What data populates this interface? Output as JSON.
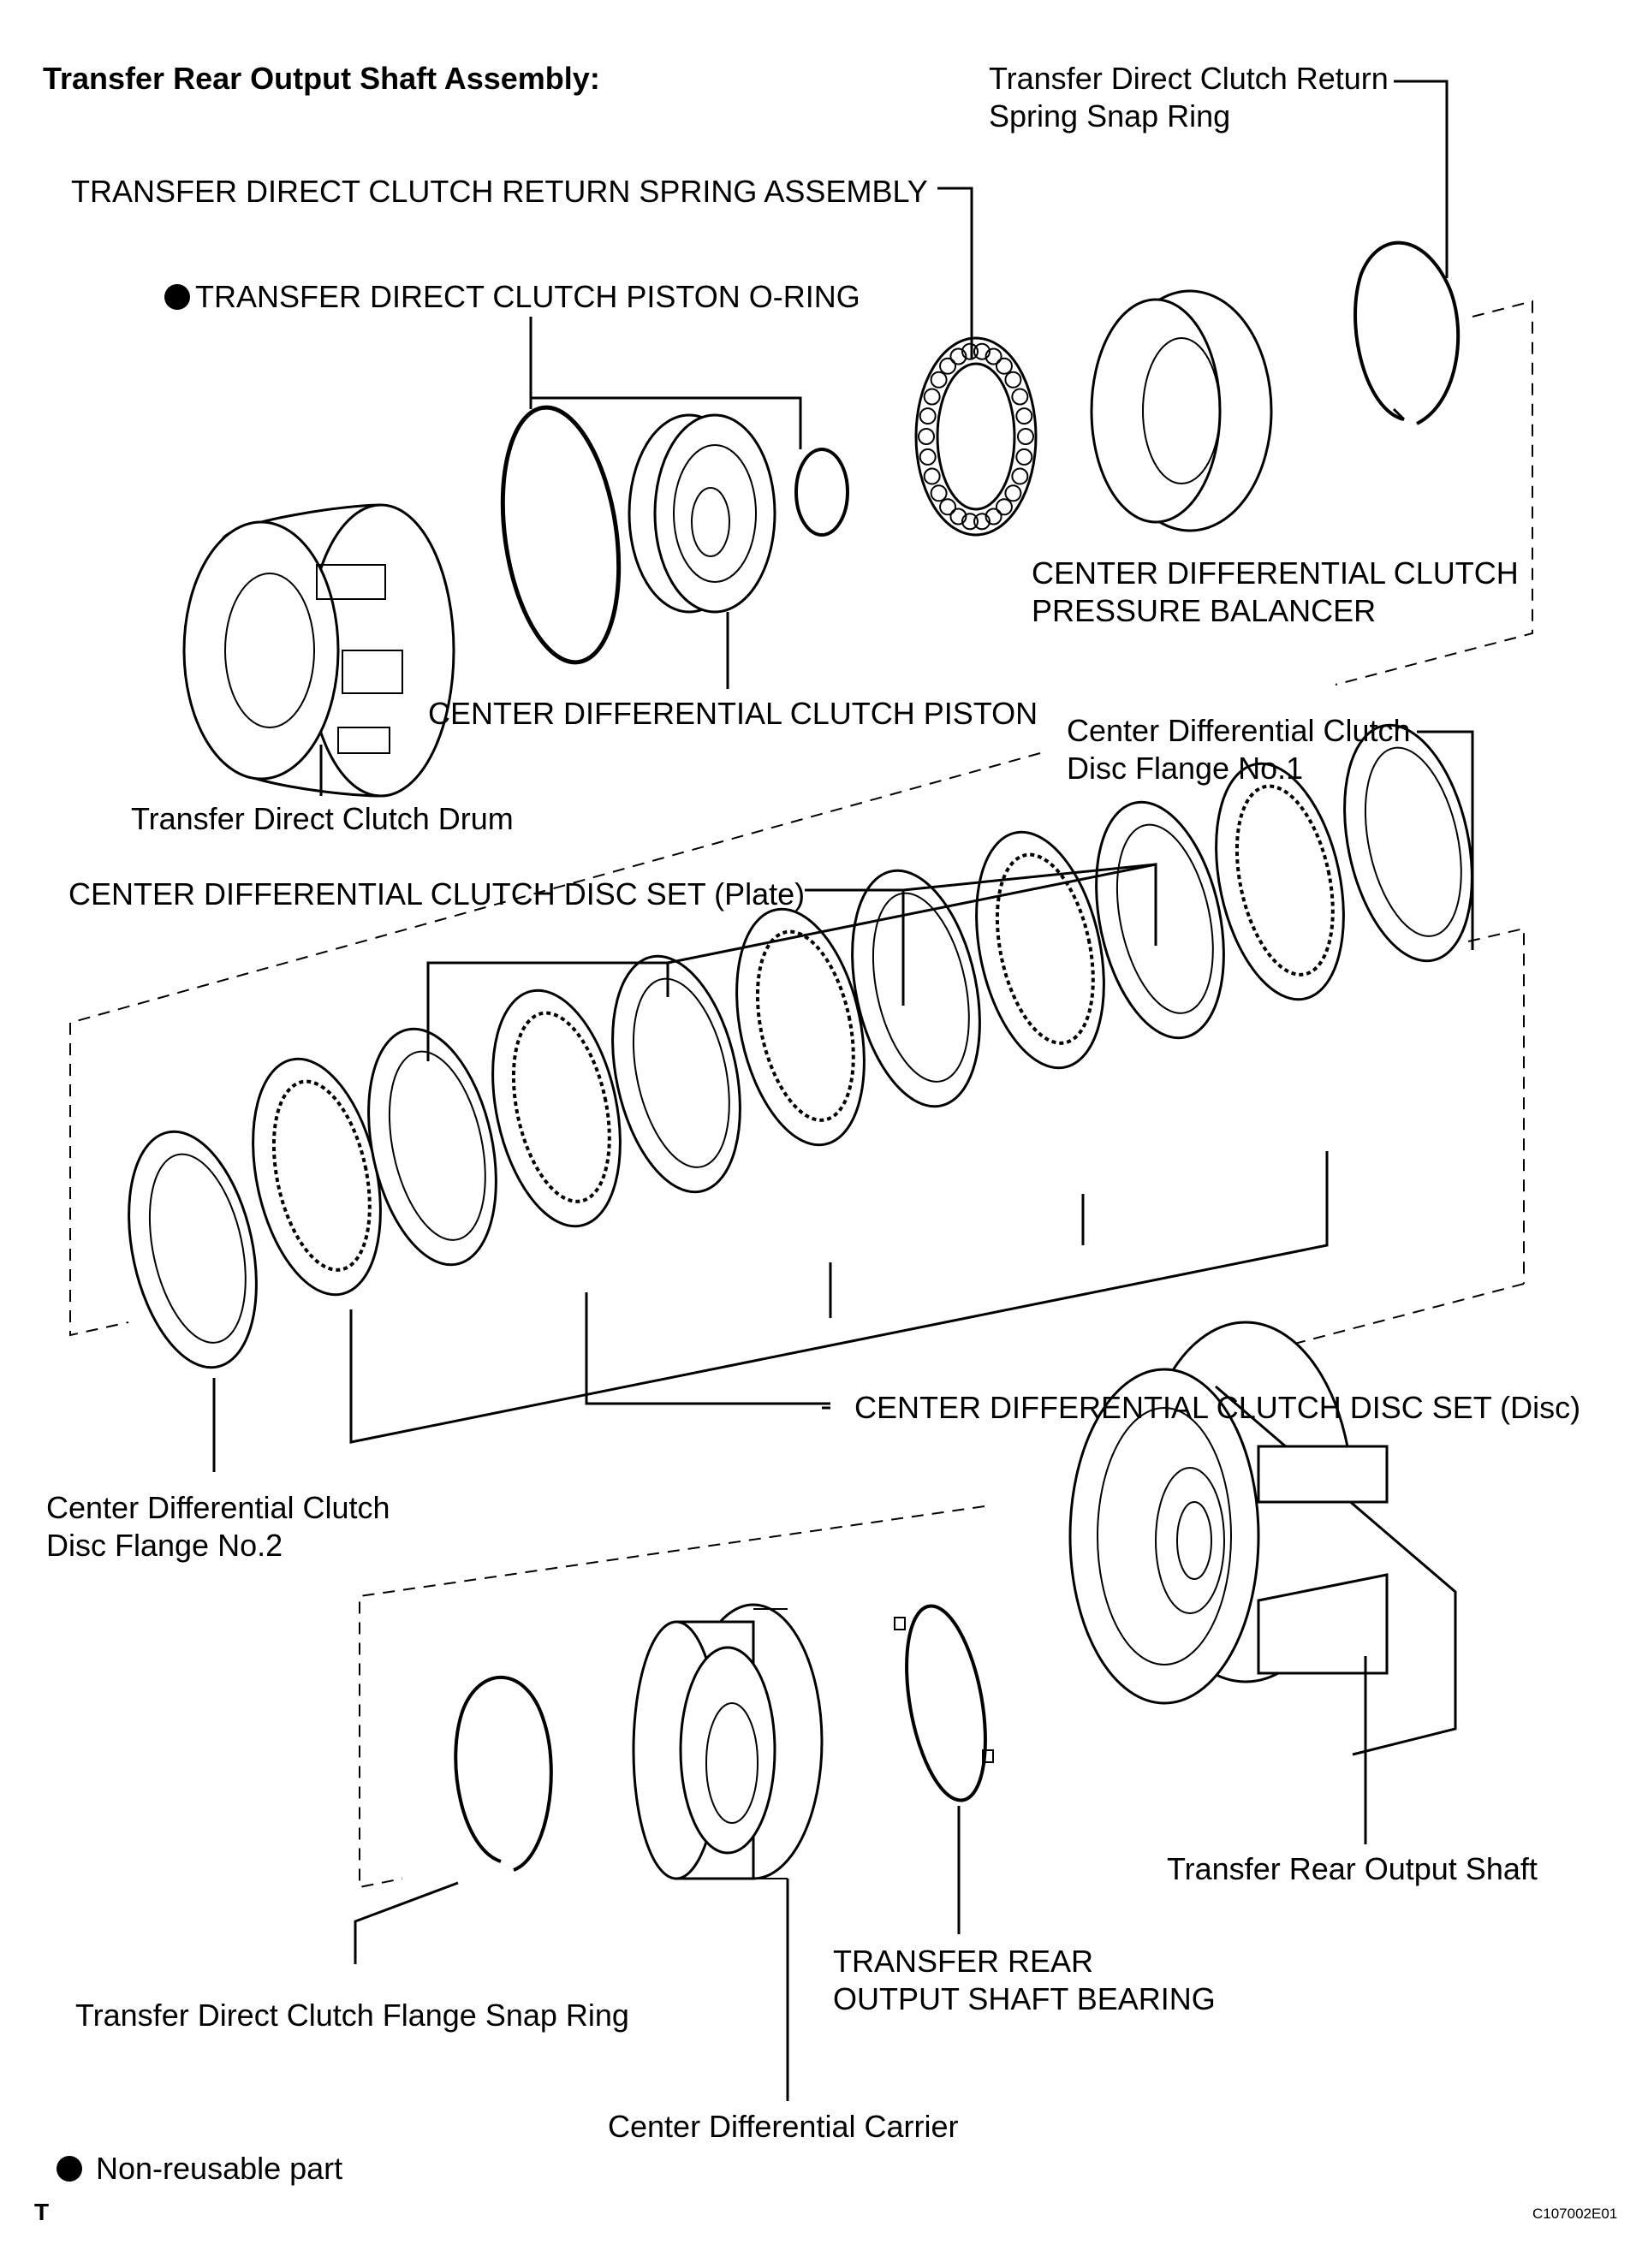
{
  "title": "Transfer Rear Output Shaft Assembly:",
  "labels": {
    "return_snap_ring": "Transfer Direct Clutch Return\nSpring Snap Ring",
    "return_spring_assembly": "TRANSFER DIRECT CLUTCH RETURN SPRING ASSEMBLY",
    "piston_o_ring": "TRANSFER DIRECT CLUTCH PISTON O-RING",
    "pressure_balancer": "CENTER DIFFERENTIAL CLUTCH\nPRESSURE BALANCER",
    "clutch_piston": "CENTER DIFFERENTIAL CLUTCH PISTON",
    "clutch_drum": "Transfer Direct Clutch Drum",
    "disc_flange_1": "Center Differential Clutch\nDisc Flange No.1",
    "disc_set_plate": "CENTER DIFFERENTIAL CLUTCH DISC SET (Plate)",
    "disc_set_disc": "CENTER DIFFERENTIAL CLUTCH DISC SET (Disc)",
    "disc_flange_2": "Center Differential Clutch\nDisc Flange No.2",
    "flange_snap_ring": "Transfer Direct Clutch Flange Snap Ring",
    "output_shaft_bearing": "TRANSFER REAR\nOUTPUT SHAFT BEARING",
    "rear_output_shaft": "Transfer Rear Output Shaft",
    "differential_carrier": "Center Differential Carrier"
  },
  "legend": {
    "text": "Non-reusable part"
  },
  "footer": {
    "mark": "T",
    "code": "C107002E01"
  }
}
